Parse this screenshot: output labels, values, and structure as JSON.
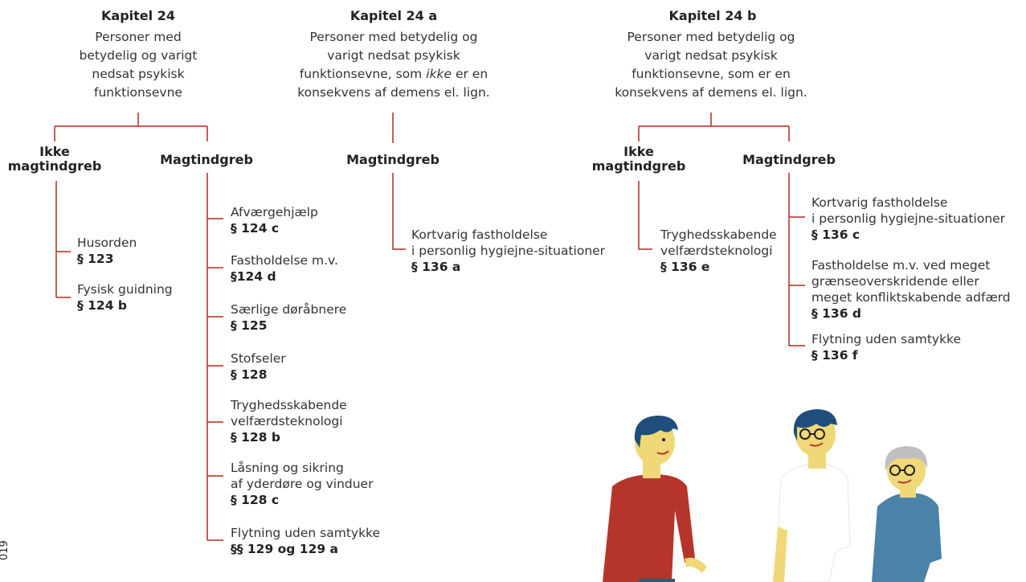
{
  "columns": [
    {
      "title": "Kapitel 24",
      "description": [
        "Personer med",
        "betydelig og varigt",
        "nedsat psykisk",
        "funktionsevne"
      ],
      "branches": [
        {
          "label": [
            "Ikke",
            "magtindgreb"
          ],
          "items": [
            {
              "text": [
                "Husorden"
              ],
              "ref": "§ 123"
            },
            {
              "text": [
                "Fysisk guidning"
              ],
              "ref": "§ 124 b"
            }
          ]
        },
        {
          "label": [
            "Magtindgreb"
          ],
          "items": [
            {
              "text": [
                "Afværgehjælp"
              ],
              "ref": "§ 124 c"
            },
            {
              "text": [
                "Fastholdelse m.v."
              ],
              "ref": "§124 d"
            },
            {
              "text": [
                "Særlige døråbnere"
              ],
              "ref": "§ 125"
            },
            {
              "text": [
                "Stofseler"
              ],
              "ref": "§ 128"
            },
            {
              "text": [
                "Tryghedsskabende",
                "velfærdsteknologi"
              ],
              "ref": "§ 128 b"
            },
            {
              "text": [
                "Låsning og sikring",
                "af yderdøre og vinduer"
              ],
              "ref": "§ 128 c"
            },
            {
              "text": [
                "Flytning uden samtykke"
              ],
              "ref": "§§ 129 og 129 a"
            }
          ]
        }
      ]
    },
    {
      "title": "Kapitel 24 a",
      "description": [
        "Personer med betydelig og",
        "varigt nedsat psykisk",
        "funktionsevne, som",
        "ikke",
        "er en",
        "konsekvens af demens el. lign."
      ],
      "branches": [
        {
          "label": [
            "Magtindgreb"
          ],
          "items": [
            {
              "text": [
                "Kortvarig fastholdelse",
                "i personlig hygiejne-situationer"
              ],
              "ref": "§ 136 a"
            }
          ]
        }
      ]
    },
    {
      "title": "Kapitel 24 b",
      "description": [
        "Personer med betydelig og",
        "varigt nedsat psykisk",
        "funktionsevne, som er en",
        "konsekvens af demens el. lign."
      ],
      "branches": [
        {
          "label": [
            "Ikke",
            "magtindgreb"
          ],
          "items": [
            {
              "text": [
                "Tryghedsskabende",
                "velfærdsteknologi"
              ],
              "ref": "§ 136 e"
            }
          ]
        },
        {
          "label": [
            "Magtindgreb"
          ],
          "items": [
            {
              "text": [
                "Kortvarig fastholdelse",
                "i personlig hygiejne-situationer"
              ],
              "ref": "§ 136 c"
            },
            {
              "text": [
                "Fastholdelse m.v. ved meget",
                "grænseoverskridende eller",
                "meget konfliktskabende adfærd"
              ],
              "ref": "§ 136 d"
            },
            {
              "text": [
                "Flytning uden samtykke"
              ],
              "ref": "§ 136 f"
            }
          ]
        }
      ]
    }
  ],
  "margin_text": "019",
  "colors": {
    "line": "#b22a1f",
    "red_shirt": "#b5352b",
    "blue_shirt": "#4a82a8",
    "skin": "#f0d878",
    "hair": "#1f4e7a"
  }
}
